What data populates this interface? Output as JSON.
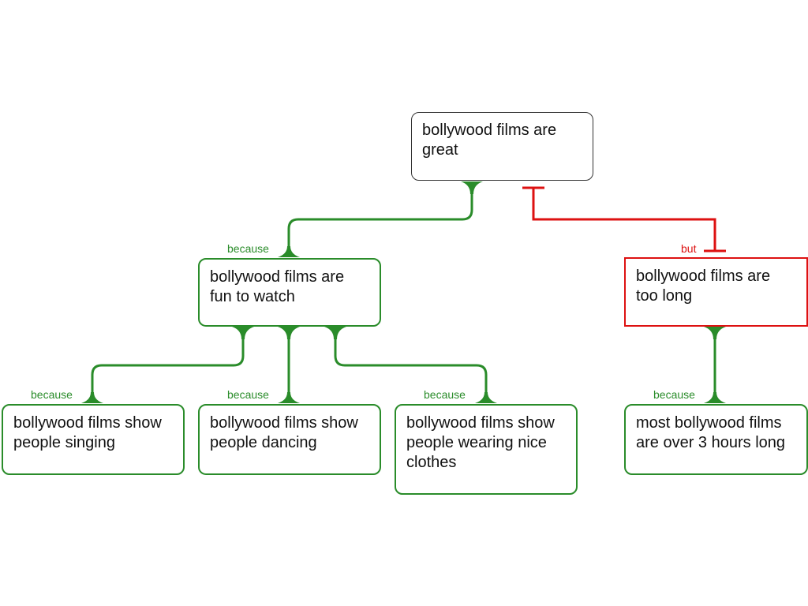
{
  "colors": {
    "support": "#2a8c2a",
    "objection": "#dd1111",
    "claim_border": "#333333"
  },
  "nodes": {
    "root": "bollywood films are great",
    "fun": "bollywood films are fun to watch",
    "singing": "bollywood films show people singing",
    "dancing": "bollywood films show people dancing",
    "clothes": "bollywood films show people wearing nice clothes",
    "long": "bollywood films are too long",
    "hours": "most bollywood films are over 3 hours long"
  },
  "edges": {
    "fun_to_root": "because",
    "long_to_root": "but",
    "singing_to_fun": "because",
    "dancing_to_fun": "because",
    "clothes_to_fun": "because",
    "hours_to_long": "because"
  }
}
